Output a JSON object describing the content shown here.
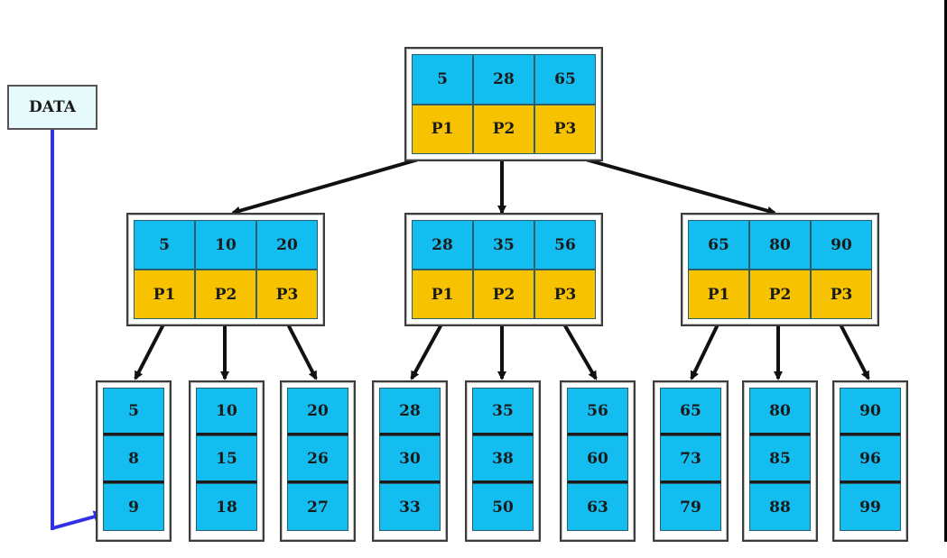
{
  "data_label": "DATA",
  "root": {
    "keys": [
      "5",
      "28",
      "65"
    ],
    "pointers": [
      "P1",
      "P2",
      "P3"
    ]
  },
  "internal": [
    {
      "keys": [
        "5",
        "10",
        "20"
      ],
      "pointers": [
        "P1",
        "P2",
        "P3"
      ]
    },
    {
      "keys": [
        "28",
        "35",
        "56"
      ],
      "pointers": [
        "P1",
        "P2",
        "P3"
      ]
    },
    {
      "keys": [
        "65",
        "80",
        "90"
      ],
      "pointers": [
        "P1",
        "P2",
        "P3"
      ]
    }
  ],
  "leaves": [
    [
      "5",
      "8",
      "9"
    ],
    [
      "10",
      "15",
      "18"
    ],
    [
      "20",
      "26",
      "27"
    ],
    [
      "28",
      "30",
      "33"
    ],
    [
      "35",
      "38",
      "50"
    ],
    [
      "56",
      "60",
      "63"
    ],
    [
      "65",
      "73",
      "79"
    ],
    [
      "80",
      "85",
      "88"
    ],
    [
      "90",
      "96",
      "99"
    ]
  ],
  "colors": {
    "key_cell": "#14bdf0",
    "pointer_cell": "#f7c300",
    "data_box": "#e6fafc",
    "data_line": "#3030e6",
    "edge": "#111111"
  }
}
